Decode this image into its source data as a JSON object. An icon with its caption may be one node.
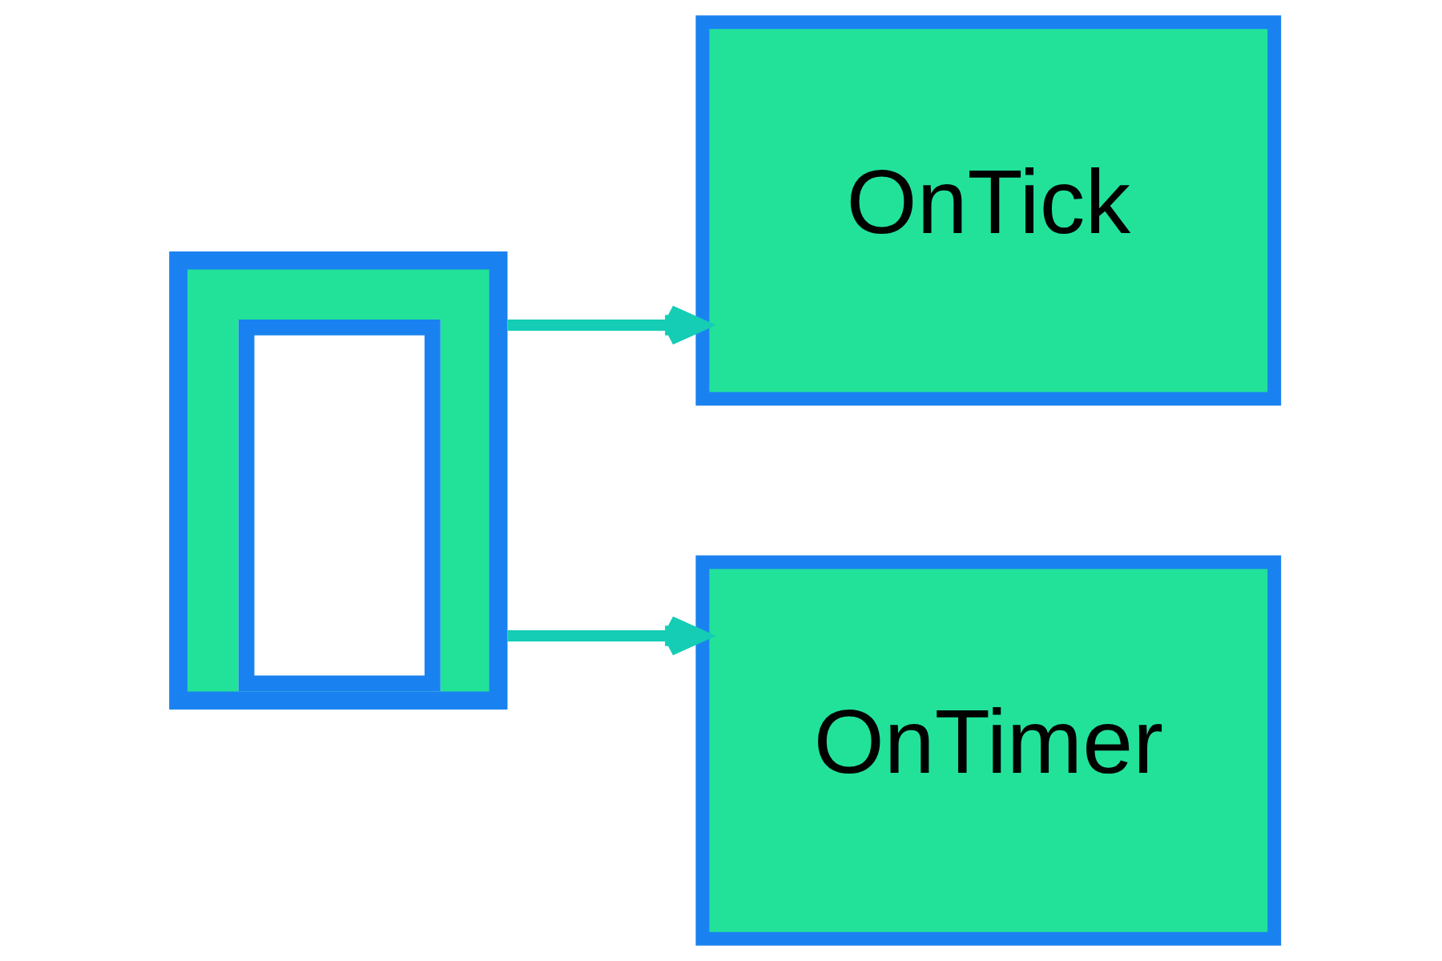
{
  "diagram": {
    "nodes": [
      {
        "text": [],
        "shape": "box"
      },
      {
        "text": [
          "OnTick"
        ]
      },
      {
        "text": [
          "OnTimer"
        ]
      }
    ],
    "edges": [
      {
        "from": 0,
        "to": 1,
        "arrow": "to"
      },
      {
        "from": 0,
        "to": 2,
        "arrow": "to"
      }
    ]
  }
}
